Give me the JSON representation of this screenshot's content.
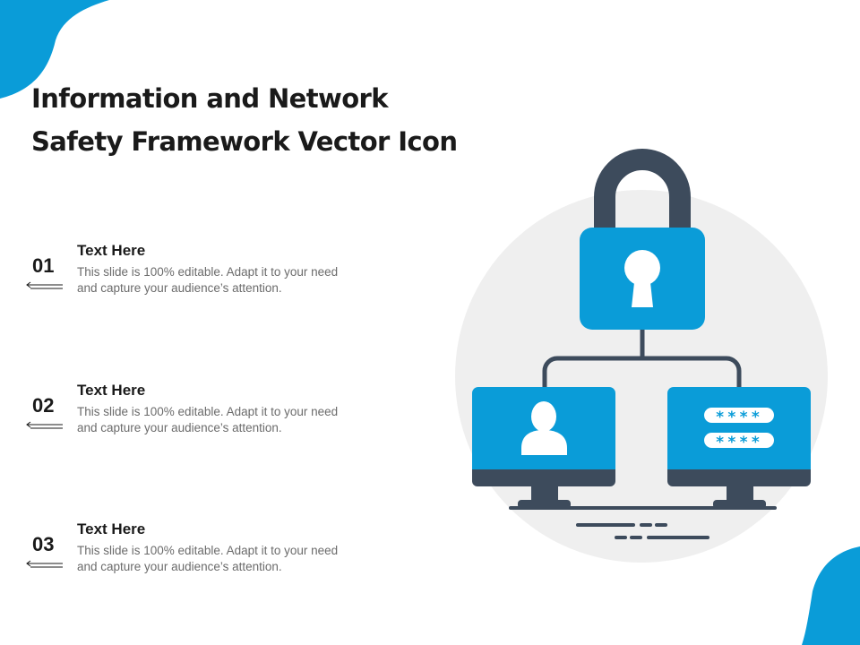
{
  "slide": {
    "title_line1": "Information and Network",
    "title_line2": "Safety Framework Vector Icon"
  },
  "items": [
    {
      "number": "01",
      "heading": "Text Here",
      "text": "This slide is 100% editable. Adapt it to your need and capture your audience’s attention."
    },
    {
      "number": "02",
      "heading": "Text Here",
      "text": "This slide is 100% editable. Adapt it to your need and capture your audience’s attention."
    },
    {
      "number": "03",
      "heading": "Text Here",
      "text": "This slide is 100% editable. Adapt it to your need and capture your audience’s attention."
    }
  ],
  "illustration": {
    "password_row1": "****",
    "password_row2": "****",
    "icons": [
      "padlock-icon",
      "keyhole-icon",
      "monitor-icon",
      "user-icon",
      "password-icon"
    ]
  },
  "colors": {
    "accent": "#0a9cd8",
    "dark": "#3d4b5c",
    "circle": "#efefef",
    "title": "#1a1a1a",
    "body_text": "#6b6b6b"
  }
}
